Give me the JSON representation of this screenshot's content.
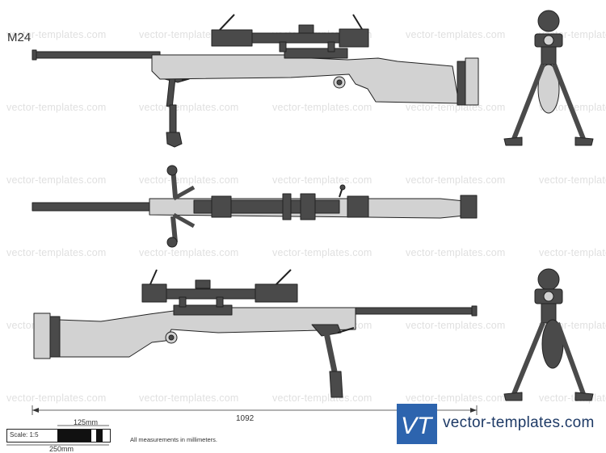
{
  "title": "M24",
  "watermark_text": "vector-templates.com",
  "colors": {
    "dark": "#4a4a4a",
    "body": "#d2d2d2",
    "outline": "#222222",
    "watermark": "#e0e0e0",
    "brand_blue": "#2d64ae",
    "brand_text": "#1e3a66"
  },
  "dimensions": {
    "length_label": "1092",
    "scale_half_label": "125mm",
    "scale_full_label": "250mm"
  },
  "scale_label": "Scale: 1:5",
  "note": "All measurements in millimeters.",
  "brand": {
    "logo_mark": "VT",
    "name": "vector-templates.com"
  }
}
